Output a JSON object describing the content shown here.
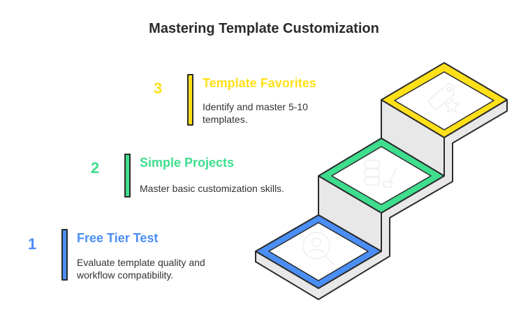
{
  "title": "Mastering Template Customization",
  "colors": {
    "step1": "#4B8EF5",
    "step2": "#3FDD8E",
    "step3": "#FFE019",
    "face": "#E8E8E8",
    "outline": "#2B2B2B"
  },
  "steps": [
    {
      "number": "1",
      "title": "Free Tier Test",
      "desc_lines": [
        "Evaluate template quality and",
        "workflow compatibility."
      ],
      "icon": "user-search-icon"
    },
    {
      "number": "2",
      "title": "Simple Projects",
      "desc_lines": [
        "Master basic customization skills."
      ],
      "icon": "blocks-hammer-icon"
    },
    {
      "number": "3",
      "title": "Template Favorites",
      "desc_lines": [
        "Identify and master 5-10",
        "templates."
      ],
      "icon": "tag-star-icon"
    }
  ]
}
